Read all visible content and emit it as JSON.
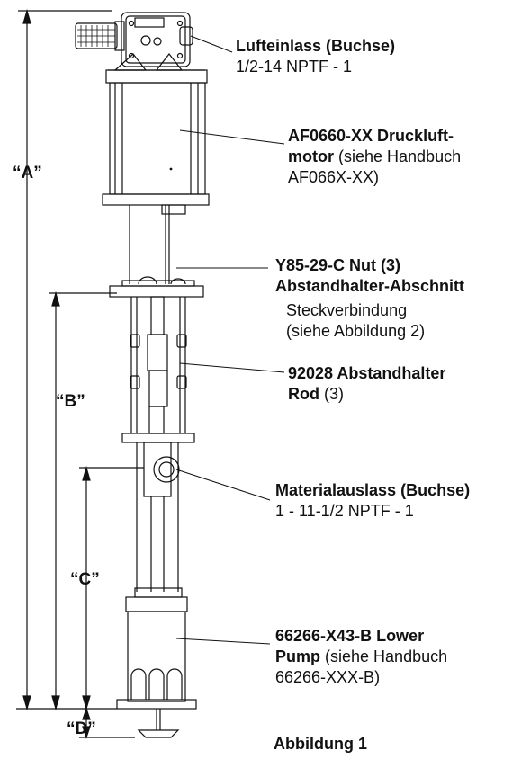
{
  "dimensions": {
    "a": "“A”",
    "b": "“B”",
    "c": "“C”",
    "d": "“D”"
  },
  "callouts": [
    {
      "name": "air-inlet-callout",
      "bold": "Lufteinlass (Buchse)",
      "line2": "1/2-14 NPTF - 1"
    },
    {
      "name": "air-motor-callout",
      "bold1": "AF0660-XX Druckluft-",
      "bold2": "motor",
      "rest2": " (siehe Handbuch",
      "line3": "AF066X-XX)"
    },
    {
      "name": "nut-callout",
      "bold1": "Y85-29-C Nut (3)",
      "bold2": "Abstandhalter-Abschnitt",
      "line3": "Steckverbindung",
      "line4": "(siehe Abbildung 2)"
    },
    {
      "name": "spacer-rod-callout",
      "bold1": "92028 Abstandhalter",
      "bold2": "Rod",
      "rest2": " (3)"
    },
    {
      "name": "material-outlet-callout",
      "bold": "Materialauslass (Buchse)",
      "line2": "1 - 11-1/2 NPTF - 1"
    },
    {
      "name": "lower-pump-callout",
      "bold1": "66266-X43-B Lower",
      "bold2": "Pump",
      "rest2": " (siehe Handbuch",
      "line3": "66266-XXX-B)"
    }
  ],
  "figure_caption": "Abbildung 1"
}
